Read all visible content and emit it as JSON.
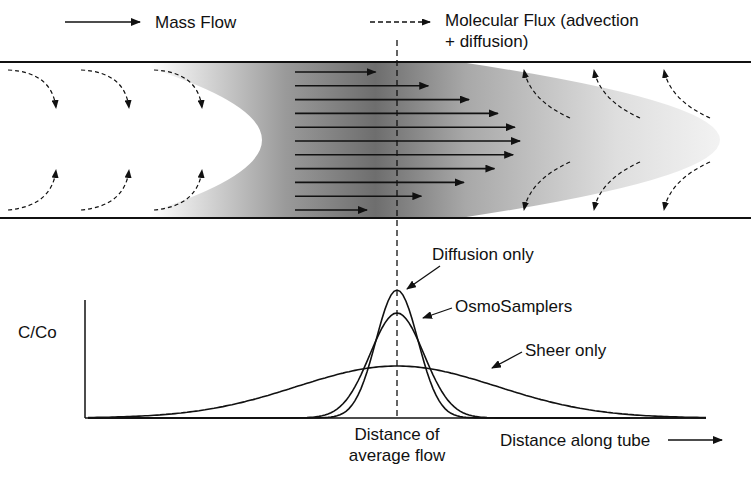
{
  "diagram": {
    "labels": [
      "Diffusion only",
      "OsmoSamplers",
      "Sheer only",
      "C/Co",
      "Distance of average flow",
      "Distance along tube"
    ],
    "legend": [
      {
        "text": "Mass Flow"
      },
      {
        "text": "Molecular Flux (advection + diffusion)"
      }
    ]
  }
}
